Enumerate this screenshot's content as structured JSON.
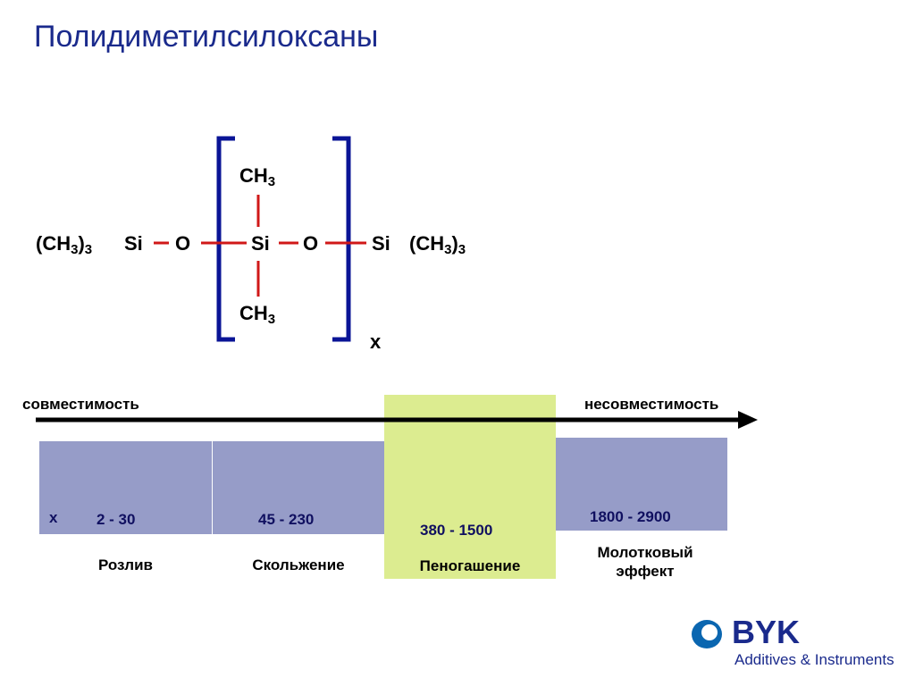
{
  "title": "Полидиметилсилоксаны",
  "formula": {
    "left_group_main": "(CH",
    "left_group_sub": "3",
    "left_group_close": ")",
    "left_group_count": "3",
    "si_left": "Si",
    "o_left": "O",
    "ch3_top_main": "CH",
    "ch3_top_sub": "3",
    "si_center": "Si",
    "ch3_bottom_main": "CH",
    "ch3_bottom_sub": "3",
    "o_right": "O",
    "si_right": "Si",
    "right_group_main": "(CH",
    "right_group_sub": "3",
    "right_group_close": ")",
    "right_group_count": "3",
    "repeat_index": "x"
  },
  "scale": {
    "left_label": "совместимость",
    "right_label": "несовместимость",
    "x_marker": "x",
    "segments": [
      {
        "range": "2  -  30",
        "name": "Розлив"
      },
      {
        "range": "45  -  230",
        "name": "Скольжение"
      },
      {
        "range": "380  -  1500",
        "name": "Пеногашение"
      },
      {
        "range": "1800 - 2900",
        "name_line1": "Молотковый",
        "name_line2": "эффект"
      }
    ]
  },
  "logo": {
    "name": "BYK",
    "tagline": "Additives & Instruments"
  },
  "colors": {
    "title": "#1a2a8c",
    "bracket": "#0a1496",
    "bond": "#d01818",
    "band": "#969cc8",
    "highlight": "#dcec90"
  }
}
